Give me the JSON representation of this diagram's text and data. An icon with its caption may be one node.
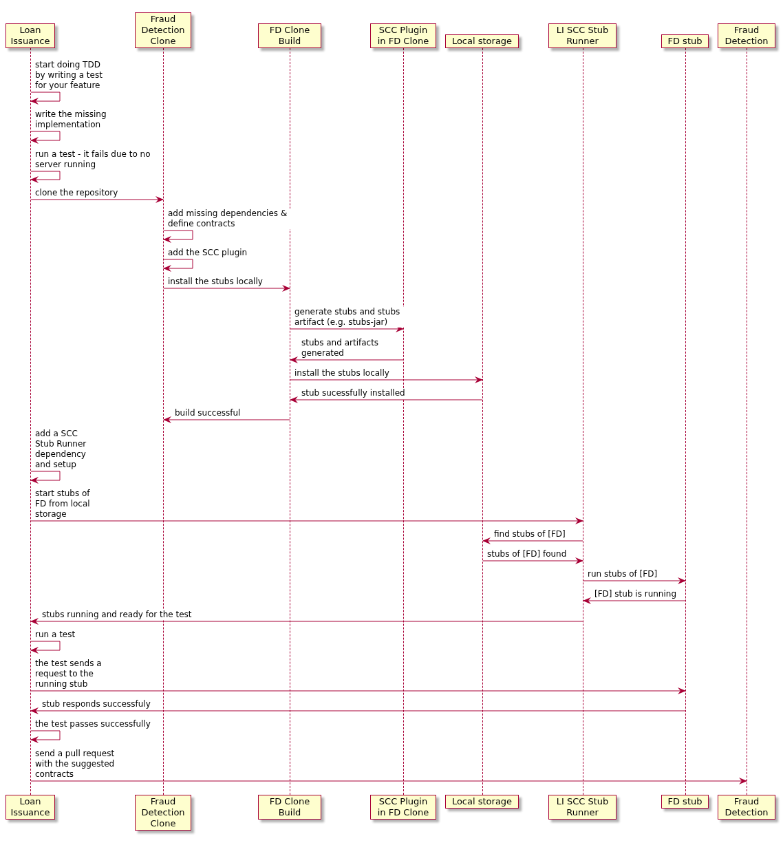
{
  "diagram": {
    "nodes": [
      {
        "text": [
          "Loan Issuance"
        ]
      },
      {
        "text": [
          "Fraud Detection Clone"
        ]
      },
      {
        "text": [
          "FD Clone Build"
        ]
      },
      {
        "text": [
          "SCC Plugin in FD Clone"
        ]
      },
      {
        "text": [
          "Local storage"
        ]
      },
      {
        "text": [
          "LI SCC Stub Runner"
        ]
      },
      {
        "text": [
          "FD stub"
        ]
      },
      {
        "text": [
          "Fraud Detection"
        ]
      },
      {
        "text": [],
        "shape": "line"
      },
      {
        "text": [],
        "shape": "line"
      },
      {
        "text": [],
        "shape": "line"
      },
      {
        "text": [],
        "shape": "line"
      },
      {
        "text": [],
        "shape": "line"
      },
      {
        "text": [],
        "shape": "line"
      },
      {
        "text": [],
        "shape": "line"
      },
      {
        "text": [],
        "shape": "line"
      },
      {
        "text": [
          "Loan Issuance"
        ]
      },
      {
        "text": [
          "Fraud Detection Clone"
        ]
      },
      {
        "text": [
          "FD Clone Build"
        ]
      },
      {
        "text": [
          "SCC Plugin in FD Clone"
        ]
      },
      {
        "text": [
          "Local storage"
        ]
      },
      {
        "text": [
          "LI SCC Stub Runner"
        ]
      },
      {
        "text": [
          "FD stub"
        ]
      },
      {
        "text": [
          "Fraud Detection"
        ]
      }
    ],
    "edges": [
      {
        "from": 8,
        "to": 8,
        "arrow": "to",
        "label": "start doing TDD by writing a test for your feature"
      },
      {
        "from": 8,
        "to": 8,
        "arrow": "to",
        "label": "write the missing implementation"
      },
      {
        "from": 8,
        "to": 8,
        "arrow": "to",
        "label": "run a test - it fails due to no server running"
      },
      {
        "from": 8,
        "to": 9,
        "arrow": "to",
        "label": "clone the repository"
      },
      {
        "from": 9,
        "to": 9,
        "arrow": "to",
        "label": "add missing dependencies & define contracts"
      },
      {
        "from": 9,
        "to": 9,
        "arrow": "to",
        "label": "add the SCC plugin"
      },
      {
        "from": 9,
        "to": 10,
        "arrow": "to",
        "label": "install the stubs locally"
      },
      {
        "from": 10,
        "to": 11,
        "arrow": "to",
        "label": "generate stubs and stubs artifact (e.g. stubs-jar)"
      },
      {
        "from": 11,
        "to": 10,
        "arrow": "to",
        "label": "stubs and artifacts generated"
      },
      {
        "from": 10,
        "to": 12,
        "arrow": "to",
        "label": "install the stubs locally"
      },
      {
        "from": 12,
        "to": 10,
        "arrow": "to",
        "label": "stub sucessfully installed"
      },
      {
        "from": 10,
        "to": 9,
        "arrow": "to",
        "label": "build successful"
      },
      {
        "from": 8,
        "to": 8,
        "arrow": "to",
        "label": "add a SCC Stub Runner dependency and setup"
      },
      {
        "from": 8,
        "to": 13,
        "arrow": "to",
        "label": "start stubs of FD from local storage"
      },
      {
        "from": 13,
        "to": 12,
        "arrow": "to",
        "label": "find stubs of [FD]"
      },
      {
        "from": 12,
        "to": 13,
        "arrow": "to",
        "label": "stubs of [FD] found"
      },
      {
        "from": 13,
        "to": 14,
        "arrow": "to",
        "label": "run stubs of [FD]"
      },
      {
        "from": 14,
        "to": 13,
        "arrow": "to",
        "label": "[FD] stub is running"
      },
      {
        "from": 13,
        "to": 8,
        "arrow": "to",
        "label": "stubs running and ready for the test"
      },
      {
        "from": 8,
        "to": 8,
        "arrow": "to",
        "label": "run a test"
      },
      {
        "from": 8,
        "to": 14,
        "arrow": "to",
        "label": "the test sends a request to the running stub"
      },
      {
        "from": 14,
        "to": 8,
        "arrow": "to",
        "label": "stub responds successfuly"
      },
      {
        "from": 8,
        "to": 8,
        "arrow": "to",
        "label": "the test passes successfully"
      },
      {
        "from": 8,
        "to": 15,
        "arrow": "to",
        "label": "send a pull request with the suggested contracts"
      }
    ]
  }
}
